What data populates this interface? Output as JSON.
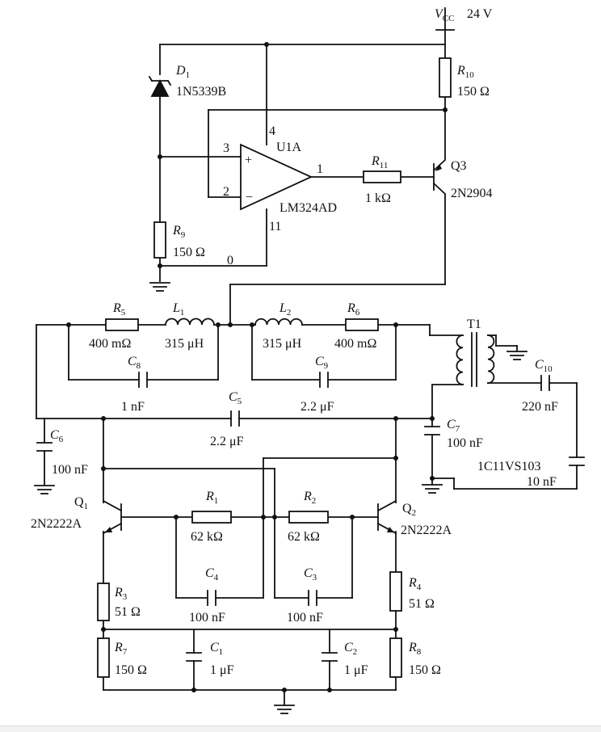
{
  "vcc": {
    "letter": "V",
    "sub": "CC",
    "value": "24 V"
  },
  "d1": {
    "letter": "D",
    "sub": "1",
    "part": "1N5339B"
  },
  "r10": {
    "letter": "R",
    "sub": "10",
    "value": "150 Ω"
  },
  "r11": {
    "letter": "R",
    "sub": "11",
    "value": "1 kΩ"
  },
  "r9": {
    "letter": "R",
    "sub": "9",
    "value": "150 Ω"
  },
  "opamp": {
    "name": "U1A",
    "part": "LM324AD",
    "pin3": "3",
    "pin2": "2",
    "pin4": "4",
    "pin11": "11",
    "pin1": "1",
    "plus": "+",
    "minus": "−",
    "gnd_node": "0"
  },
  "q3": {
    "name": "Q3",
    "part": "2N2904"
  },
  "r5": {
    "letter": "R",
    "sub": "5",
    "value": "400 mΩ"
  },
  "l1": {
    "letter": "L",
    "sub": "1",
    "value": "315 μH"
  },
  "l2": {
    "letter": "L",
    "sub": "2",
    "value": "315 μH"
  },
  "r6": {
    "letter": "R",
    "sub": "6",
    "value": "400 mΩ"
  },
  "c8": {
    "letter": "C",
    "sub": "8",
    "value": "1 nF"
  },
  "c9": {
    "letter": "C",
    "sub": "9",
    "value": "2.2 μF"
  },
  "t1": {
    "name": "T1"
  },
  "c10": {
    "letter": "C",
    "sub": "10",
    "value": "220 nF"
  },
  "c5": {
    "letter": "C",
    "sub": "5",
    "value": "2.2 μF"
  },
  "c6": {
    "letter": "C",
    "sub": "6",
    "value": "100 nF"
  },
  "c7": {
    "letter": "C",
    "sub": "7",
    "value": "100 nF"
  },
  "cx": {
    "part": "1C11VS103",
    "value": "10 nF"
  },
  "q1": {
    "letter": "Q",
    "sub": "1",
    "part": "2N2222A"
  },
  "q2": {
    "letter": "Q",
    "sub": "2",
    "part": "2N2222A"
  },
  "r1": {
    "letter": "R",
    "sub": "1",
    "value": "62 kΩ"
  },
  "r2": {
    "letter": "R",
    "sub": "2",
    "value": "62 kΩ"
  },
  "c4": {
    "letter": "C",
    "sub": "4",
    "value": "100 nF"
  },
  "c3": {
    "letter": "C",
    "sub": "3",
    "value": "100 nF"
  },
  "r3": {
    "letter": "R",
    "sub": "3",
    "value": "51 Ω"
  },
  "r4": {
    "letter": "R",
    "sub": "4",
    "value": "51 Ω"
  },
  "r7": {
    "letter": "R",
    "sub": "7",
    "value": "150 Ω"
  },
  "r8": {
    "letter": "R",
    "sub": "8",
    "value": "150 Ω"
  },
  "c1": {
    "letter": "C",
    "sub": "1",
    "value": "1 μF"
  },
  "c2": {
    "letter": "C",
    "sub": "2",
    "value": "1 μF"
  }
}
